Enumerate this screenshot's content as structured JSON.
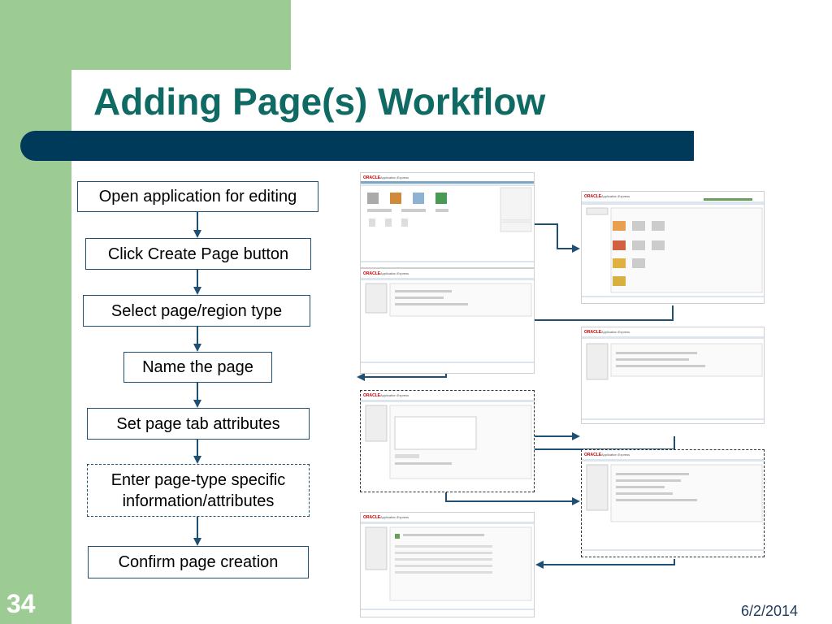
{
  "title": "Adding Page(s) Workflow",
  "steps": [
    {
      "label": "Open application for editing"
    },
    {
      "label": "Click Create Page button"
    },
    {
      "label": "Select page/region type"
    },
    {
      "label": "Name the page"
    },
    {
      "label": "Set page tab attributes"
    },
    {
      "label": "Enter page-type specific information/attributes"
    },
    {
      "label": "Confirm page creation"
    }
  ],
  "screenshot_brand": "ORACLE",
  "screenshot_app": "Application Express",
  "slide_number": "34",
  "date": "6/2/2014",
  "colors": {
    "green": "#9ccb93",
    "title": "#0f6a63",
    "bar": "#003a5a",
    "box_border": "#1f4f73",
    "arrow": "#1f4f73",
    "oracle_red": "#cc0000"
  },
  "icons": [
    "arrow-down",
    "connector-arrow"
  ]
}
